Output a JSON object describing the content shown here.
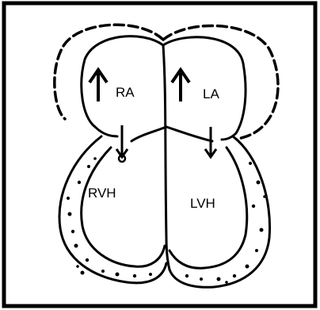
{
  "diagram": {
    "labels": {
      "right_atrium": "RA",
      "left_atrium": "LA",
      "right_ventricle": "RVH",
      "left_ventricle": "LVH"
    },
    "colors": {
      "stroke": "#000000",
      "background": "#ffffff"
    }
  }
}
